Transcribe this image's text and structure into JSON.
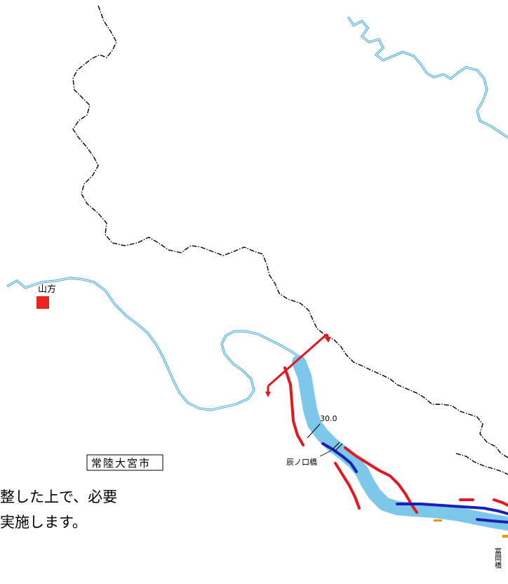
{
  "labels": {
    "station": "山方",
    "distance_marker": "30.0",
    "bridge_tatsunokuchi": "辰ノ口橋",
    "city": "常陸大宮市",
    "bridge_tomioka": "富岡橋"
  },
  "note": {
    "line1": "整した上で、必要",
    "line2": "実施します。"
  },
  "colors": {
    "river_fill": "#7cc7ea",
    "river_outline": "#3aa6d8",
    "boundary": "#000000",
    "levee_red": "#e5161f",
    "levee_blue": "#1a1fb8",
    "marker_orange": "#f29400",
    "station_red": "#e8251e"
  },
  "icons": {
    "station": "station-square-icon",
    "bridge": "bridge-symbol-icon"
  }
}
